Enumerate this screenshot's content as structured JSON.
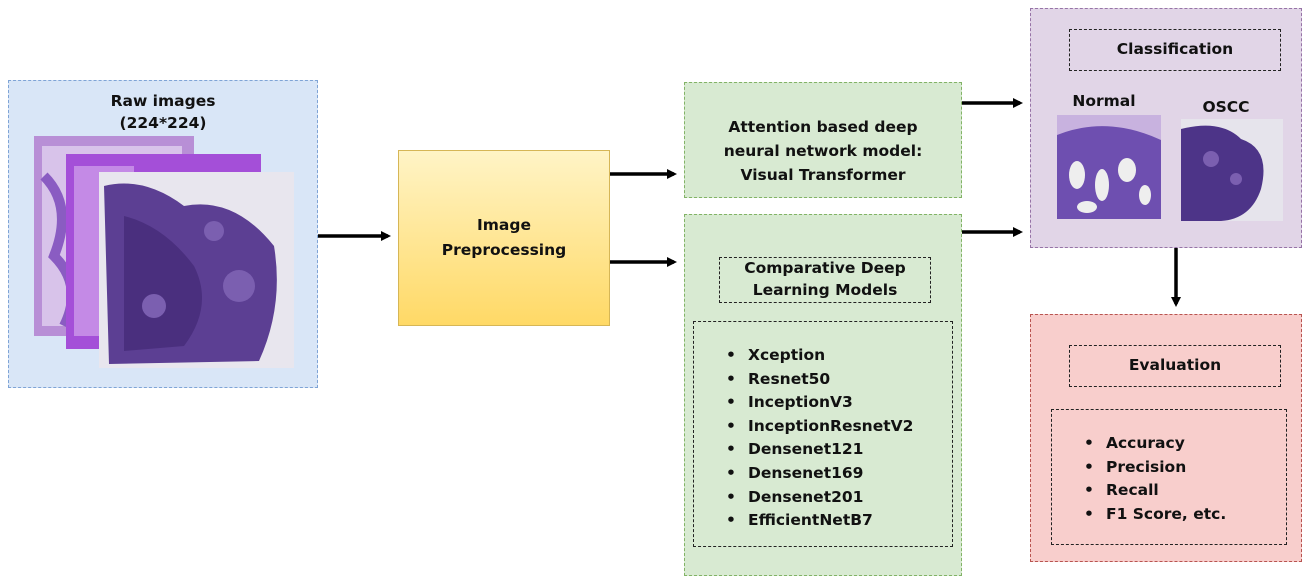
{
  "raw_images": {
    "title": "Raw images",
    "size": "(224*224)"
  },
  "preprocessing": {
    "line1": "Image",
    "line2": "Preprocessing"
  },
  "attention": {
    "line1": "Attention based deep",
    "line2": "neural network model:",
    "line3": "Visual Transformer"
  },
  "comparative": {
    "title_line1": "Comparative Deep",
    "title_line2": "Learning Models",
    "models": [
      "Xception",
      "Resnet50",
      "InceptionV3",
      "InceptionResnetV2",
      "Densenet121",
      "Densenet169",
      "Densenet201",
      "EfficientNetB7"
    ]
  },
  "classification": {
    "title": "Classification",
    "normal_label": "Normal",
    "oscc_label": "OSCC"
  },
  "evaluation": {
    "title": "Evaluation",
    "metrics": [
      "Accuracy",
      "Precision",
      "Recall",
      "F1 Score, etc."
    ]
  },
  "colors": {
    "raw_fill": "#d9e6f7",
    "preprocess_fill": "#ffd966",
    "model_fill": "#d8ead2",
    "classification_fill": "#e1d5e7",
    "evaluation_fill": "#f8cecc",
    "arrow": "#000000"
  }
}
